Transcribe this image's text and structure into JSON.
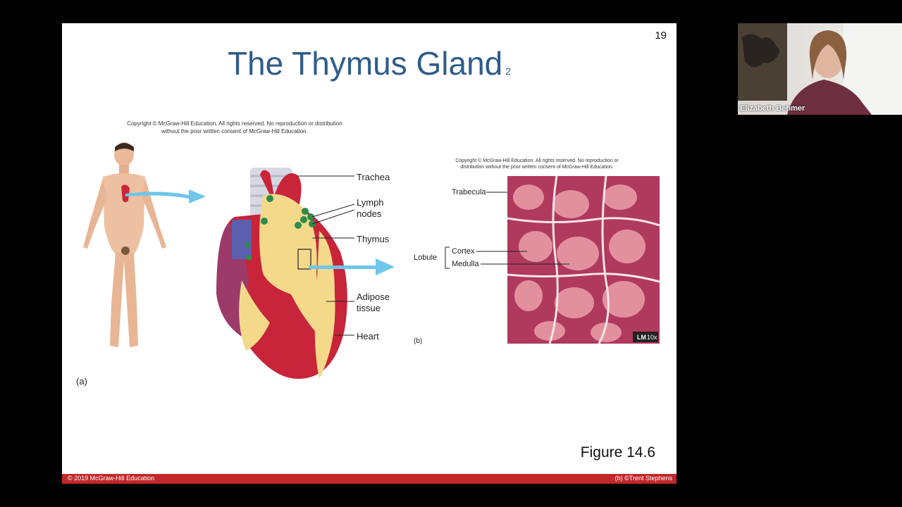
{
  "slide": {
    "number": "19",
    "title": "The Thymus Gland",
    "title_sub": "2",
    "copyright_a": "Copyright © McGraw-Hill Education.  All rights reserved. No reproduction or distribution without the prior written consent of McGraw-Hill Education.",
    "copyright_b": "Copyright © McGraw-Hill Education.  All rights reserved. No reproduction or distribution without the prior written consent of McGraw-Hill Education.",
    "figure_label": "Figure 14.6",
    "footer_left": "© 2019 McGraw-Hill Education",
    "footer_right": "(b) ©Trent Stephens"
  },
  "figure_a": {
    "panel_label": "(a)",
    "labels": {
      "trachea": "Trachea",
      "lymph_nodes": "Lymph\nnodes",
      "thymus": "Thymus",
      "adipose": "Adipose\ntissue",
      "heart": "Heart"
    }
  },
  "figure_b": {
    "panel_label": "(b)",
    "labels": {
      "trabecula": "Trabecula",
      "lobule": "Lobule",
      "cortex": "Cortex",
      "medulla": "Medulla",
      "magnification_lm": "LM",
      "magnification_value": "10x"
    }
  },
  "video": {
    "participant_name": "Elizabeth Behmer"
  },
  "colors": {
    "title": "#2f5c8a",
    "footer": "#c0292b",
    "arrow": "#6ec6ea",
    "heart_red": "#c8243a",
    "thymus_yellow": "#f4d98a",
    "tissue_purple": "#9c3a6a"
  }
}
